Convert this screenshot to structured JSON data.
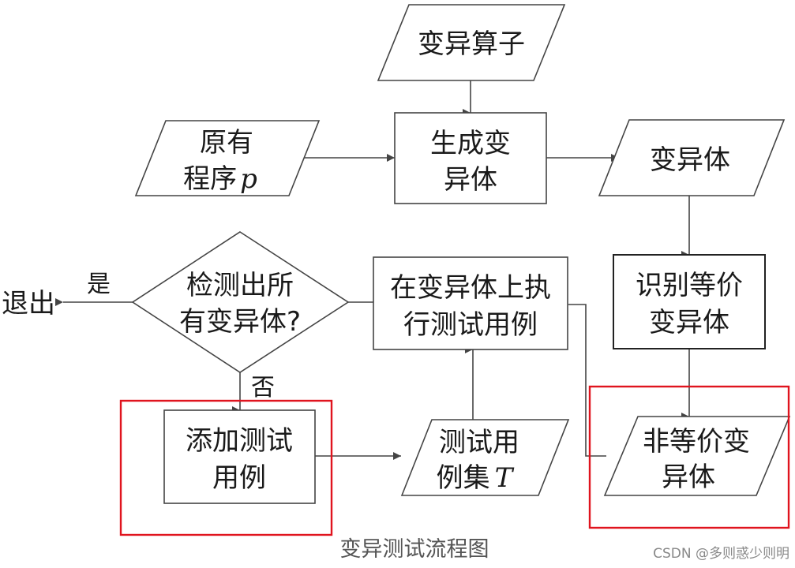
{
  "nodes": {
    "operators": {
      "lines": [
        "变异算子"
      ],
      "shape": "parallelogram"
    },
    "original": {
      "lines": [
        "原有",
        "程序",
        "p"
      ],
      "shape": "parallelogram"
    },
    "generate": {
      "lines": [
        "生成变",
        "异体"
      ],
      "shape": "rectangle"
    },
    "mutants": {
      "lines": [
        "变异体"
      ],
      "shape": "parallelogram"
    },
    "identify": {
      "lines": [
        "识别等价",
        "变异体"
      ],
      "shape": "rectangle"
    },
    "nonequiv": {
      "lines": [
        "非等价变",
        "异体"
      ],
      "shape": "parallelogram"
    },
    "execute": {
      "lines": [
        "在变异体上执",
        "行测试用例"
      ],
      "shape": "rectangle"
    },
    "decision": {
      "lines": [
        "检测出所",
        "有变异体?"
      ],
      "shape": "diamond"
    },
    "add": {
      "lines": [
        "添加测试",
        "用例"
      ],
      "shape": "rectangle"
    },
    "testset": {
      "lines": [
        "测试用",
        "例集",
        "T"
      ],
      "shape": "parallelogram"
    },
    "exit": {
      "lines": [
        "退出"
      ]
    }
  },
  "edge_labels": {
    "yes": "是",
    "no": "否"
  },
  "caption": "变异测试流程图",
  "watermark": "CSDN @多则惑少则明",
  "colors": {
    "stroke": "#444444",
    "highlight": "#e0141e"
  }
}
